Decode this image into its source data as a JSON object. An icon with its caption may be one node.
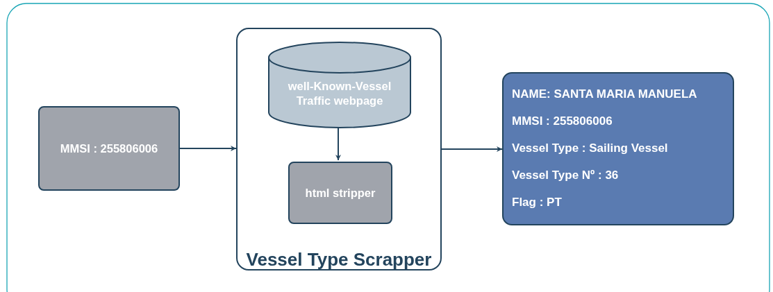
{
  "diagram": {
    "nodes": [
      {
        "text": [
          "MMSI : 255806006"
        ]
      },
      {
        "text": [
          "Vessel Type Scrapper"
        ]
      },
      {
        "text": [
          "well-Known-Vessel Traffic webpage"
        ],
        "in": 1
      },
      {
        "text": [
          "html stripper"
        ],
        "in": 1
      },
      {
        "text": [
          "NAME: SANTA MARIA MANUELA",
          "MMSI : 255806006",
          "Vessel Type : Sailing Vessel",
          "Vessel Type Nº : 36",
          "Flag : PT"
        ]
      }
    ],
    "edges": [
      {
        "from": 0,
        "to": 1,
        "arrow": "to"
      },
      {
        "from": 2,
        "to": 3,
        "arrow": "to"
      },
      {
        "from": 1,
        "to": 4,
        "arrow": "to"
      }
    ]
  }
}
